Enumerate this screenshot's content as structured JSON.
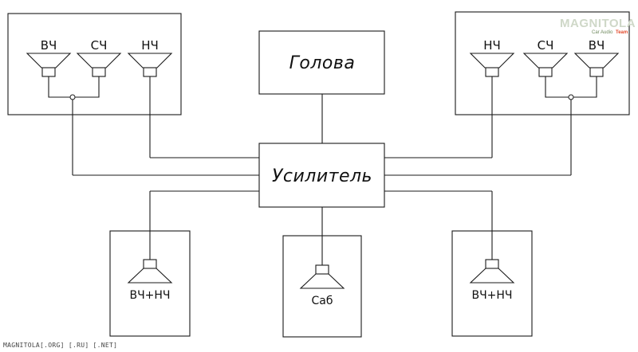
{
  "head_unit": {
    "label": "Голова"
  },
  "amplifier": {
    "label": "Усилитель"
  },
  "left_group": {
    "speakers": [
      {
        "label": "ВЧ"
      },
      {
        "label": "СЧ"
      },
      {
        "label": "НЧ"
      }
    ]
  },
  "right_group": {
    "speakers": [
      {
        "label": "НЧ"
      },
      {
        "label": "СЧ"
      },
      {
        "label": "ВЧ"
      }
    ]
  },
  "rear_left": {
    "label": "ВЧ+НЧ"
  },
  "sub": {
    "label": "Саб"
  },
  "rear_right": {
    "label": "ВЧ+НЧ"
  },
  "watermark": {
    "main": "MAGNITOLA",
    "sub": "Car Audio",
    "team": "Team"
  },
  "footer": {
    "text": "MAGNITOLA[.ORG] [.RU] [.NET]"
  },
  "colors": {
    "line": "#1a1a1a",
    "background": "#ffffff"
  }
}
